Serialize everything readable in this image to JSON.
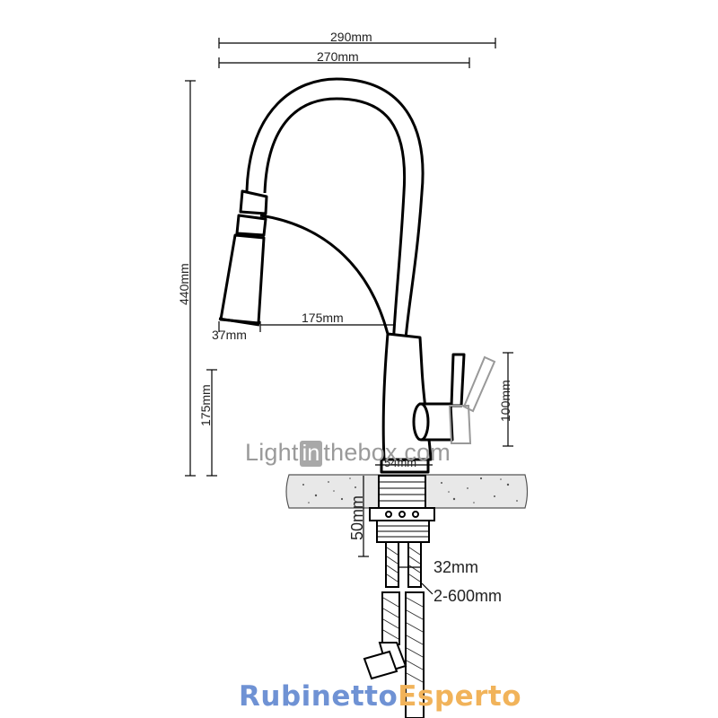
{
  "dimensions": {
    "total_width": "290mm",
    "reach": "270mm",
    "height": "440mm",
    "spout_reach": "175mm",
    "spray_head_diameter": "37mm",
    "spout_height": "175mm",
    "handle_height": "100mm",
    "base_diameter": "54mm",
    "shank_length": "50mm",
    "hose_diameter": "32mm",
    "hose_length": "2-600mm"
  },
  "watermark": {
    "prefix": "Light",
    "highlight": "in",
    "suffix": "thebox.com"
  },
  "brand": {
    "part1": "Rubinetto",
    "part2": "Esperto",
    "color1": "#6f92d4",
    "color2": "#f1b35a"
  },
  "colors": {
    "line": "#000000",
    "countertop": "#e6e6e6"
  },
  "icons": [
    "faucet-drawing",
    "countertop-slab",
    "mounting-shank",
    "braided-hose"
  ]
}
